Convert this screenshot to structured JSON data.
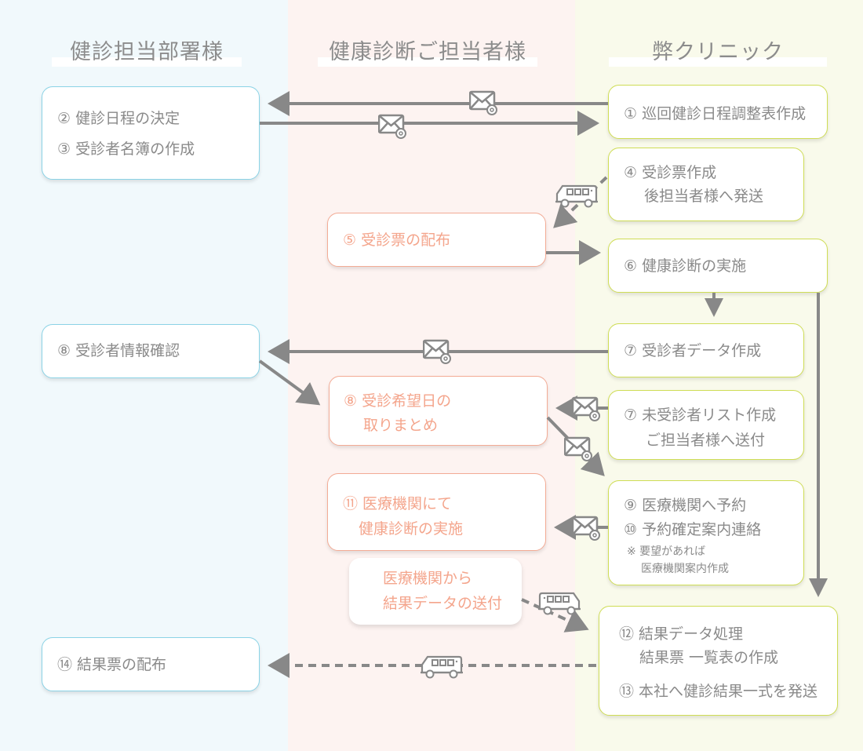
{
  "lanes": [
    {
      "title": "健診担当部署様",
      "color": "#f1f9fc"
    },
    {
      "title": "健康診断ご担当者様",
      "color": "#fdf3f1"
    },
    {
      "title": "弊クリニック",
      "color": "#f9faeb"
    }
  ],
  "colors": {
    "arrow": "#888888",
    "blue_border": "#8bd3e6",
    "pink_border": "#f3ab95",
    "pink_text": "#f4a58c",
    "green_border": "#cfdd55",
    "text": "#8a8a8a"
  },
  "steps": {
    "s1": [
      "① 巡回健診日程調整表作成"
    ],
    "s2_3": [
      "② 健診日程の決定",
      "③ 受診者名簿の作成"
    ],
    "s4": [
      "④ 受診票作成",
      "後担当者様へ発送"
    ],
    "s5": [
      "⑤ 受診票の配布"
    ],
    "s6": [
      "⑥ 健康診断の実施"
    ],
    "s7a": [
      "⑦ 受診者データ作成"
    ],
    "s8a": [
      "⑧ 受診者情報確認"
    ],
    "s7b": [
      "⑦ 未受診者リスト作成",
      "ご担当者様へ送付"
    ],
    "s8b": [
      "⑧ 受診希望日の",
      "取りまとめ"
    ],
    "s9_10": [
      "⑨ 医療機関へ予約",
      "⑩ 予約確定案内連絡",
      "※ 要望があれば",
      "医療機関案内作成"
    ],
    "s11": [
      "⑪ 医療機関にて",
      "健康診断の実施"
    ],
    "result_send": [
      "医療機関から",
      "結果データの送付"
    ],
    "s12_13": [
      "⑫ 結果データ処理",
      "結果票 一覧表の作成",
      "⑬ 本社へ健診結果一式を発送"
    ],
    "s14": [
      "⑭ 結果票の配布"
    ]
  },
  "icons": {
    "mail": "mail-icon",
    "truck": "delivery-truck-icon"
  }
}
